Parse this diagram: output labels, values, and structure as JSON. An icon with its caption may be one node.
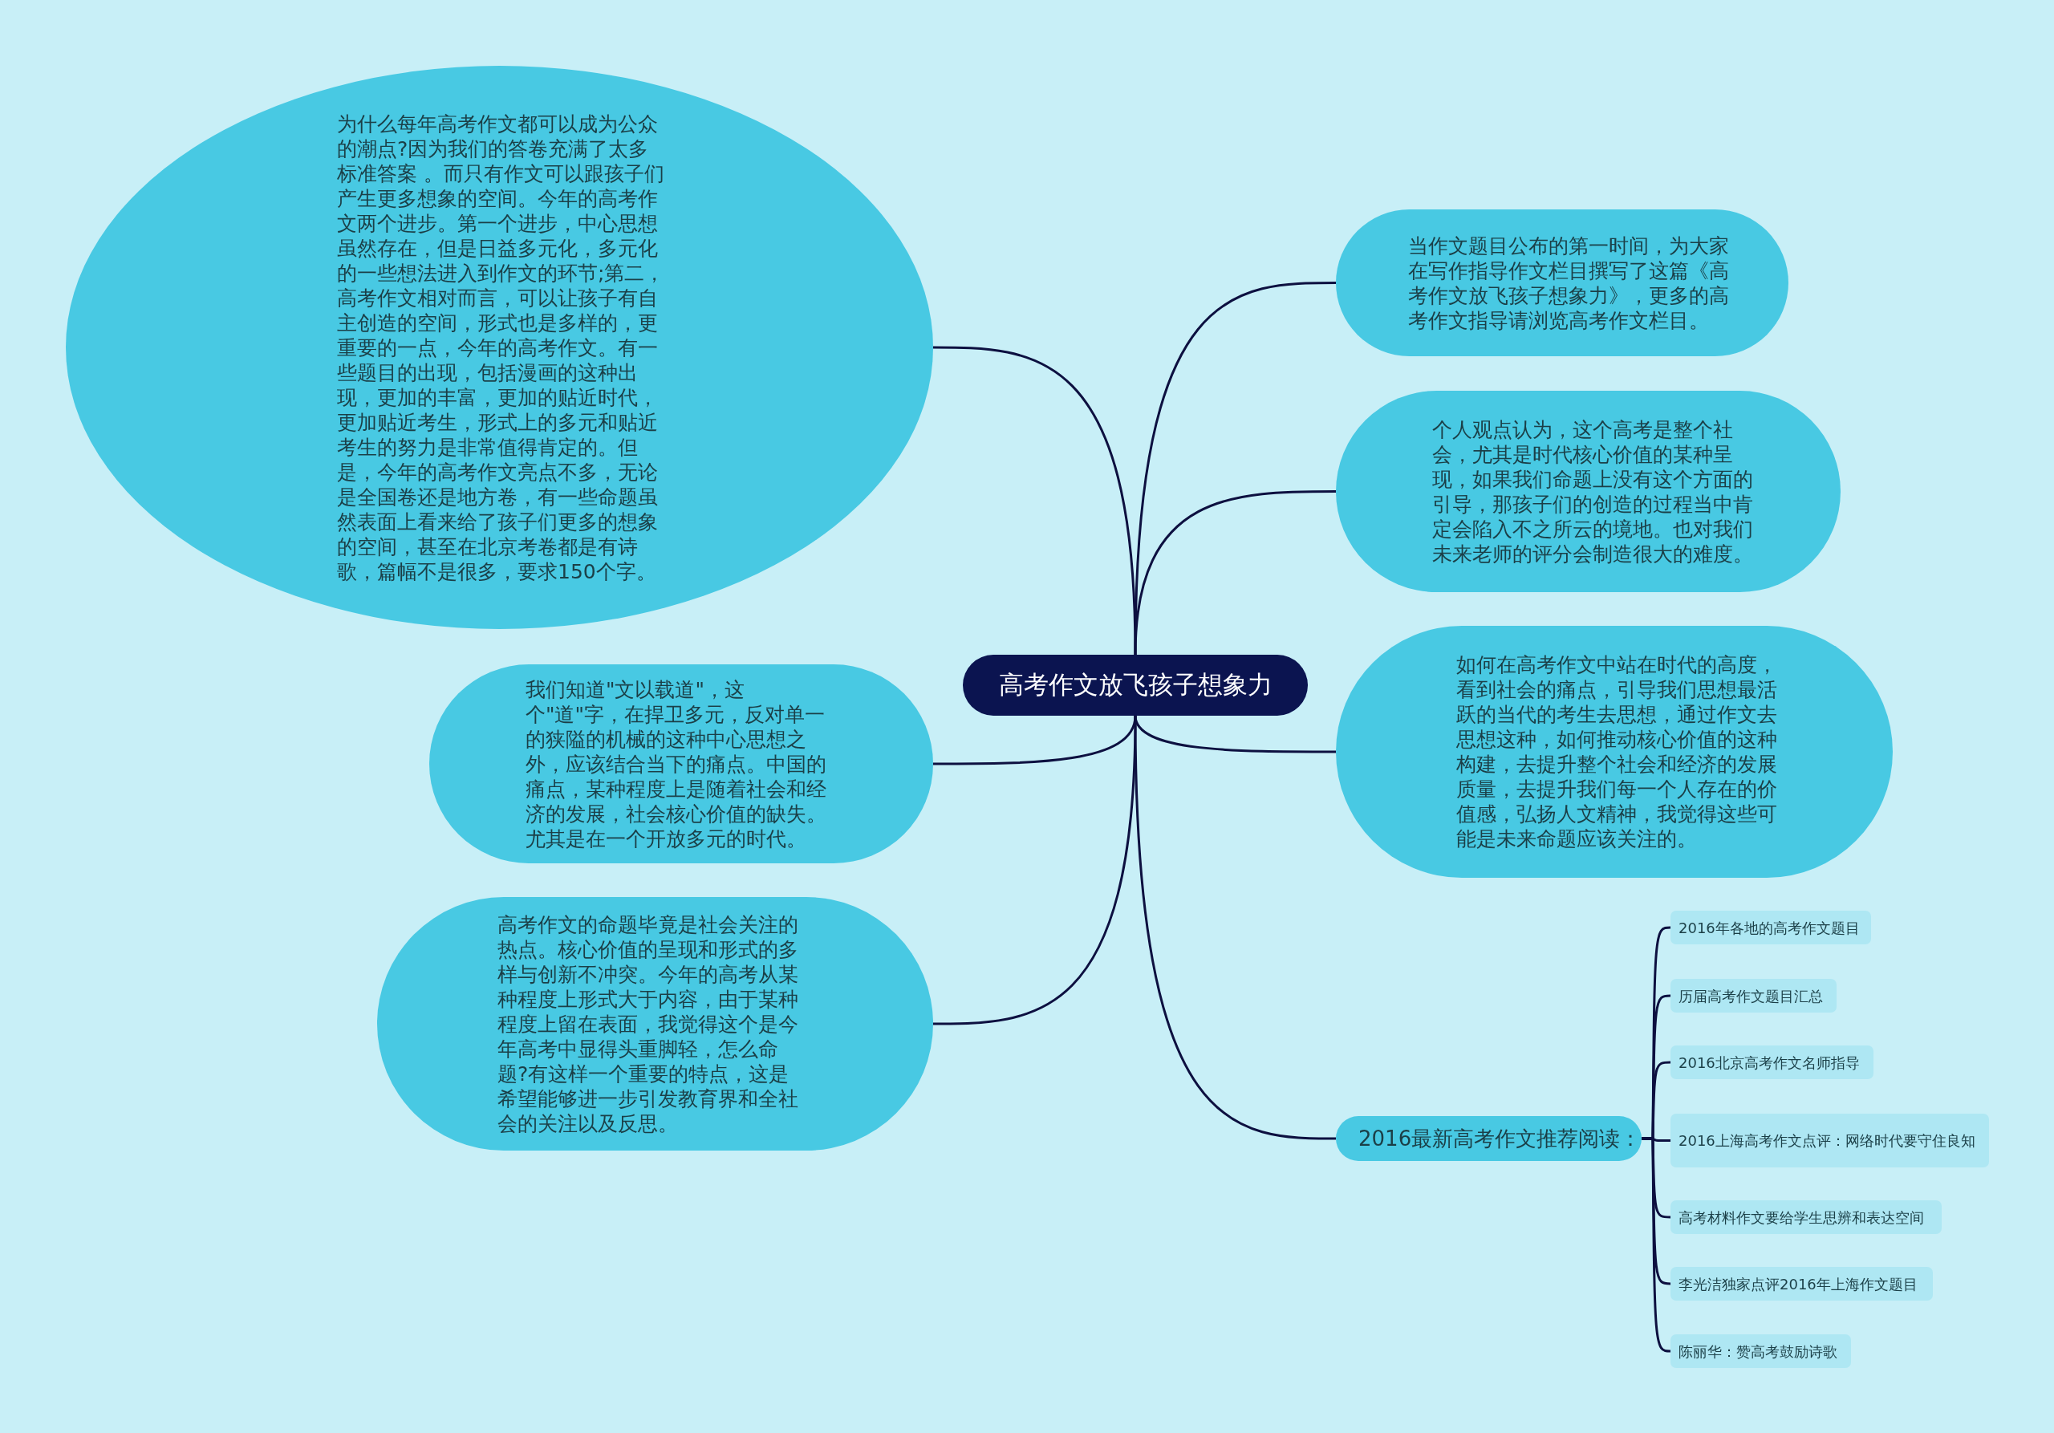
{
  "diagram": {
    "nodes": [
      {
        "text": [
          "高考作文放飞孩子想象力"
        ]
      },
      {
        "text": [
          "为什么每年高考作文都可以成为公众的潮点?因为我们的答卷充满了太多标准答案 。而只有作文可以跟孩子们产生更多想象的空间。今年的高考作文两个进步。第一个进步，中心思想虽然存在，但是日益多元化，多元化的一些想法进入到作文的环节;第二，高考作文相对而言，可以让孩子有自主创造的空间，形式也是多样的，更重要的一点，今年的高考作文。有一些题目的出现，包括漫画的这种出现，更加的丰富，更加的贴近时代，更加贴近考生，形式上的多元和贴近考生的努力是非常值得肯定的。但是，今年的高考作文亮点不多，无论是全国卷还是地方卷，有一些命题虽然表面上看来给了孩子们更多的想象的空间，甚至在北京考卷都是有诗歌，篇幅不是很多，要求150个字。"
        ]
      },
      {
        "text": [
          "我们知道\"文以载道\"，这个\"道\"字，在捍卫多元，反对单一的狭隘的机械的这种中心思想之外，应该结合当下的痛点。中国的痛点，某种程度上是随着社会和经济的发展，社会核心价值的缺失。尤其是在一个开放多元的时代。"
        ]
      },
      {
        "text": [
          "高考作文的命题毕竟是社会关注的热点。核心价值的呈现和形式的多样与创新不冲突。今年的高考从某种程度上形式大于内容，由于某种程度上留在表面，我觉得这个是今年高考中显得头重脚轻，怎么命题?有这样一个重要的特点，这是希望能够进一步引发教育界和全社会的关注以及反思。"
        ]
      },
      {
        "text": [
          "当作文题目公布的第一时间，为大家在写作指导作文栏目撰写了这篇《高考作文放飞孩子想象力》，更多的高考作文指导请浏览高考作文栏目。"
        ]
      },
      {
        "text": [
          "个人观点认为，这个高考是整个社会，尤其是时代核心价值的某种呈现，如果我们命题上没有这个方面的引导，那孩子们的创造的过程当中肯定会陷入不之所云的境地。也对我们未来老师的评分会制造很大的难度。"
        ]
      },
      {
        "text": [
          "如何在高考作文中站在时代的高度，看到社会的痛点，引导我们思想最活跃的当代的考生去思想，通过作文去思想这种，如何推动核心价值的这种构建，去提升整个社会和经济的发展质量，去提升我们每一个人存在的价值感，弘扬人文精神，我觉得这些可能是未来命题应该关注的。"
        ]
      },
      {
        "text": [
          "2016最新高考作文推荐阅读："
        ]
      },
      {
        "text": [
          "2016年各地的高考作文题目"
        ]
      },
      {
        "text": [
          "历届高考作文题目汇总"
        ]
      },
      {
        "text": [
          "2016北京高考作文名师指导"
        ]
      },
      {
        "text": [
          "2016上海高考作文点评：网络时代要守住良知"
        ]
      },
      {
        "text": [
          "高考材料作文要给学生思辨和表达空间"
        ]
      },
      {
        "text": [
          "李光洁独家点评2016年上海作文题目"
        ]
      },
      {
        "text": [
          "陈丽华：赞高考鼓励诗歌"
        ]
      }
    ],
    "edges": [
      {
        "from": 0,
        "to": 1,
        "arrow": "none"
      },
      {
        "from": 0,
        "to": 2,
        "arrow": "none"
      },
      {
        "from": 0,
        "to": 3,
        "arrow": "none"
      },
      {
        "from": 0,
        "to": 4,
        "arrow": "none"
      },
      {
        "from": 0,
        "to": 5,
        "arrow": "none"
      },
      {
        "from": 0,
        "to": 6,
        "arrow": "none"
      },
      {
        "from": 0,
        "to": 7,
        "arrow": "none"
      },
      {
        "from": 7,
        "to": 8,
        "arrow": "none"
      },
      {
        "from": 7,
        "to": 9,
        "arrow": "none"
      },
      {
        "from": 7,
        "to": 10,
        "arrow": "none"
      },
      {
        "from": 7,
        "to": 11,
        "arrow": "none"
      },
      {
        "from": 7,
        "to": 12,
        "arrow": "none"
      },
      {
        "from": 7,
        "to": 13,
        "arrow": "none"
      },
      {
        "from": 7,
        "to": 14,
        "arrow": "none"
      }
    ]
  }
}
